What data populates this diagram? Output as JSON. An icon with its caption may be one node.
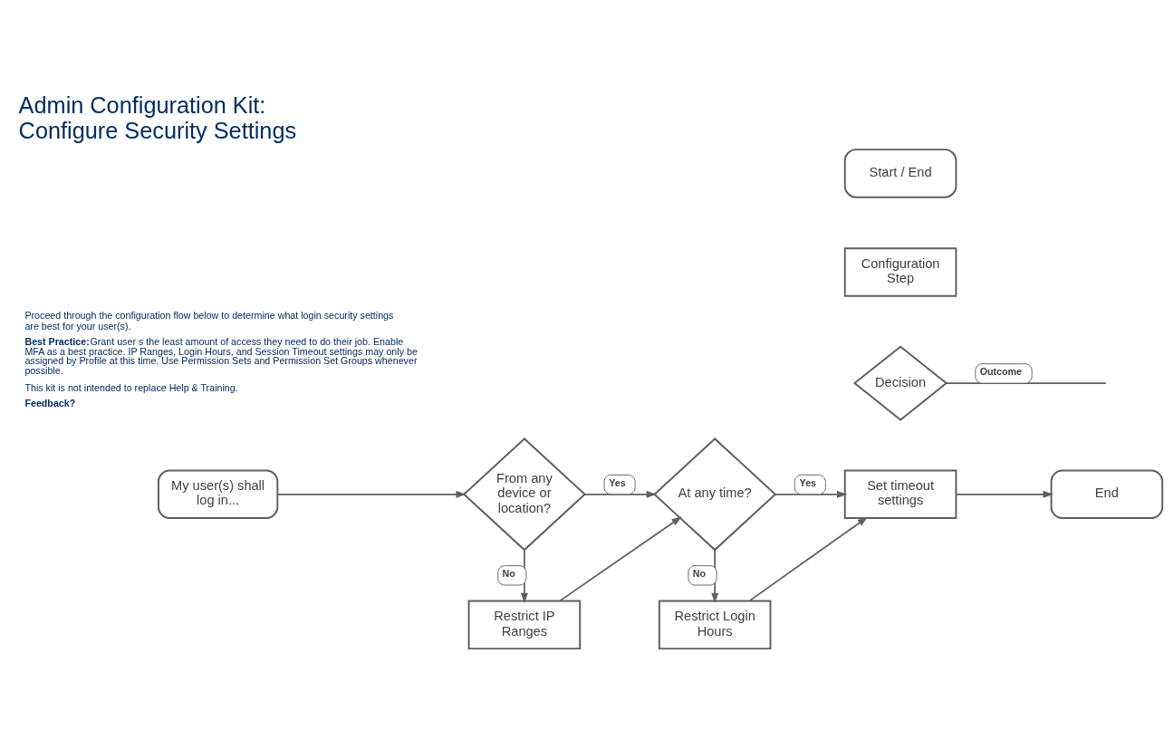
{
  "diagram": {
    "title": "Admin Configuration Kit: Configure Security Settings",
    "nodes": [
      {
        "text": [
          "Start / End"
        ]
      },
      {
        "text": [
          "Configuration Step"
        ]
      },
      {
        "text": [
          "Decision"
        ]
      },
      {
        "text": [
          "My user(s) shall log in..."
        ]
      },
      {
        "text": [
          "From any device or location?"
        ]
      },
      {
        "text": [
          "At any time?"
        ]
      },
      {
        "text": [
          "Set timeout settings"
        ]
      },
      {
        "text": [
          "End"
        ]
      },
      {
        "text": [
          "Restrict IP Ranges"
        ]
      },
      {
        "text": [
          "Restrict Login Hours"
        ]
      }
    ],
    "edges": [
      {
        "from": 2,
        "to": null,
        "arrow": "none",
        "label": "Outcome"
      },
      {
        "from": 3,
        "to": 4,
        "arrow": "to"
      },
      {
        "from": 4,
        "to": 5,
        "arrow": "to",
        "label": "Yes"
      },
      {
        "from": 4,
        "to": 8,
        "arrow": "to",
        "label": "No"
      },
      {
        "from": 8,
        "to": 5,
        "arrow": "to"
      },
      {
        "from": 5,
        "to": 6,
        "arrow": "to",
        "label": "Yes"
      },
      {
        "from": 5,
        "to": 9,
        "arrow": "to",
        "label": "No"
      },
      {
        "from": 9,
        "to": 6,
        "arrow": "to"
      },
      {
        "from": 6,
        "to": 7,
        "arrow": "to"
      }
    ],
    "labels": [
      "Proceed through the configuration flow below to determine what login security settings are best for your user(s).",
      "Best Practice:",
      "Grant user s the least amount of access they need to do their job. Enable MFA as a best practice. IP Ranges, Login Hours, and Session Timeout settings may only be assigned by Profile at this time. Use Permission Sets and Permission Set Groups whenever possible.",
      "This kit is not intended to replace Help & Training.",
      "Feedback?"
    ]
  }
}
